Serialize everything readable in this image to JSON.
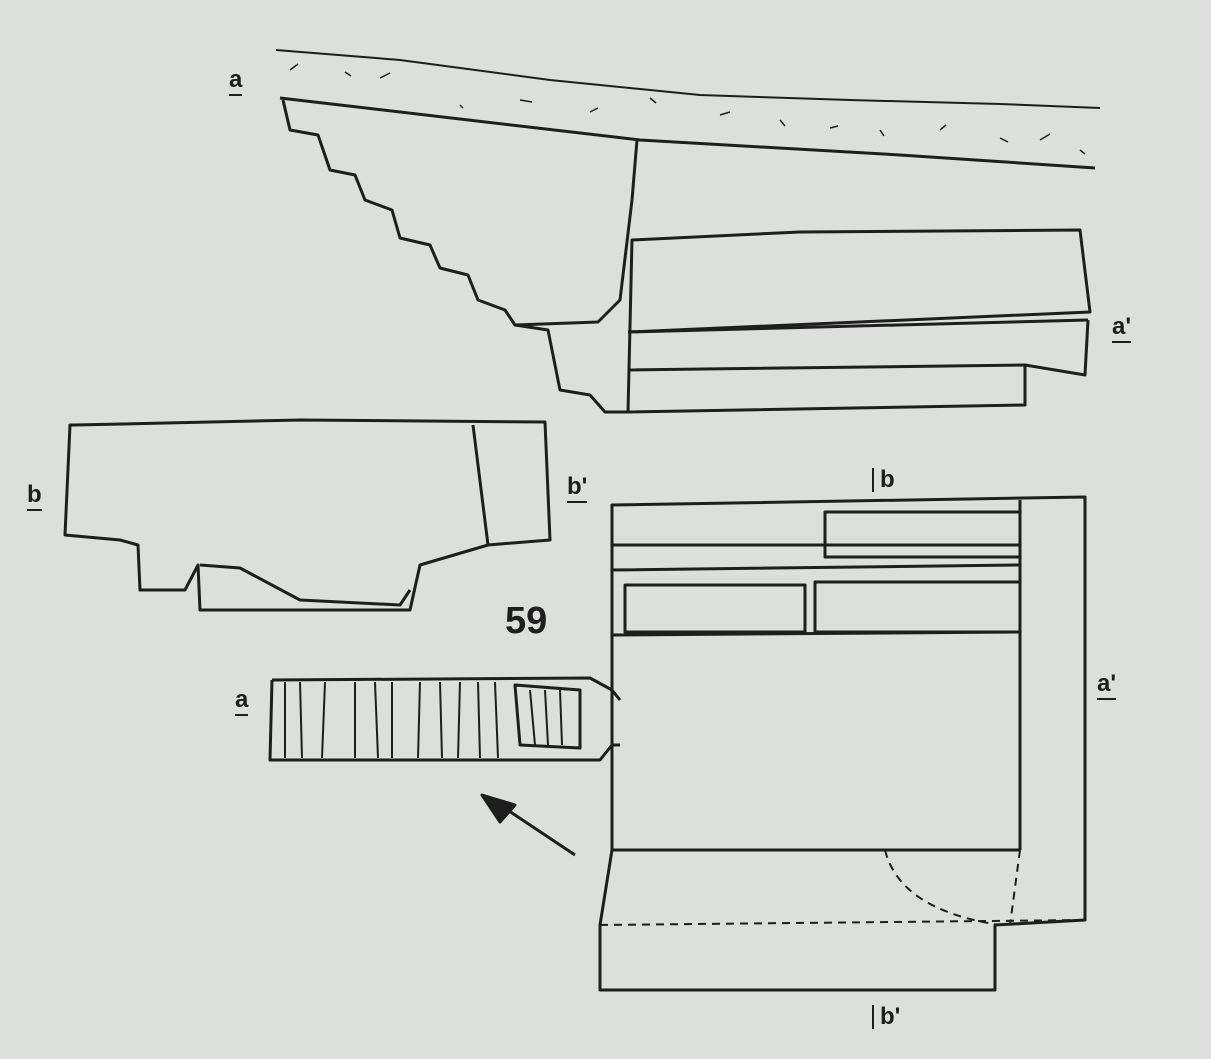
{
  "figure_number": "59",
  "section_aa": {
    "label_start": "a",
    "label_end": "a'"
  },
  "section_bb": {
    "label_start": "b",
    "label_end": "b'"
  },
  "plan": {
    "label_a": "a",
    "label_a_prime": "a'",
    "label_b": "b",
    "label_b_prime": "b'"
  },
  "colors": {
    "paper": "#dcdfdc",
    "ink": "#1e1e1e"
  }
}
